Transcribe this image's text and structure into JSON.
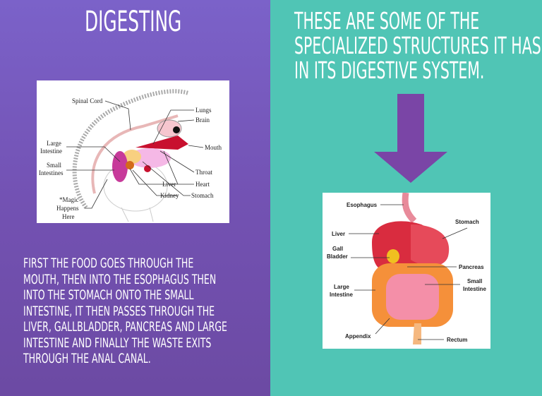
{
  "left": {
    "title": "Digesting",
    "paragraph_lines": [
      "First the food goes through the",
      "mouth, then into the esophagus then",
      "into the stomach onto the small",
      "intestine, it then passes through the",
      "liver, gallbladder, pancreas and large",
      "intestine and finally the waste exits",
      "through the anal canal."
    ],
    "diagram_labels": {
      "spinal_cord": "Spinal Cord",
      "lungs": "Lungs",
      "brain": "Brain",
      "large_intestine": [
        "Large",
        "Intestine"
      ],
      "mouth": "Mouth",
      "small_intestines": [
        "Small",
        "Intestines"
      ],
      "throat": "Throat",
      "liver": "Liver",
      "heart": "Heart",
      "kidney": "Kidney",
      "stomach": "Stomach",
      "magic": [
        "*Magic",
        "Happens",
        "Here"
      ]
    }
  },
  "right": {
    "heading_lines": [
      "These are some of the",
      "specialized structures it has",
      "in its digestive system."
    ],
    "diagram_labels": {
      "esophagus": "Esophagus",
      "stomach": "Stomach",
      "liver": "Liver",
      "gall_bladder": [
        "Gall",
        "Bladder"
      ],
      "pancreas": "Pancreas",
      "large_intestine": [
        "Large",
        "Intestine"
      ],
      "small_intestine": [
        "Small",
        "Intestine"
      ],
      "appendix": "Appendix",
      "rectum": "Rectum"
    }
  },
  "colors": {
    "left_bg": "#7352b3",
    "right_bg": "#50c5b5",
    "arrow": "#7a45a6"
  }
}
